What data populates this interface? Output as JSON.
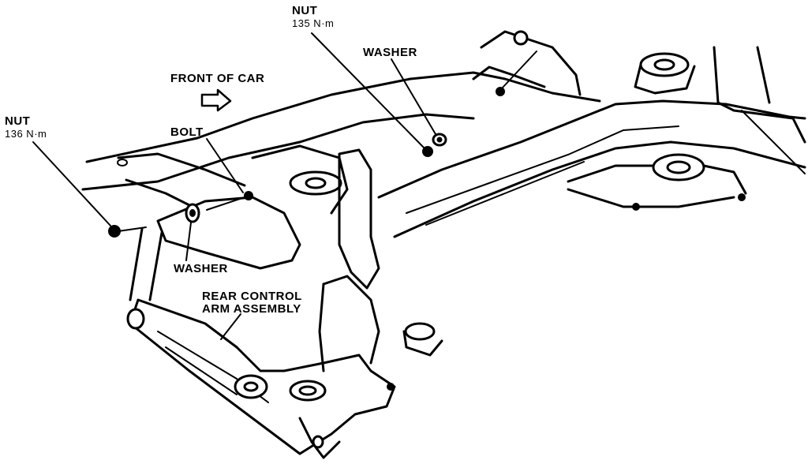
{
  "labels": {
    "nut_top": {
      "title": "NUT",
      "torque": "135 N·m"
    },
    "nut_left": {
      "title": "NUT",
      "torque": "136 N·m"
    },
    "washer_top": "WASHER",
    "washer_bottom": "WASHER",
    "front_of_car": "FRONT OF CAR",
    "bolt": "BOLT",
    "rear_control_arm": {
      "line1": "REAR CONTROL",
      "line2": "ARM ASSEMBLY"
    }
  },
  "icons": {
    "front_arrow": "arrow-outline-icon"
  }
}
